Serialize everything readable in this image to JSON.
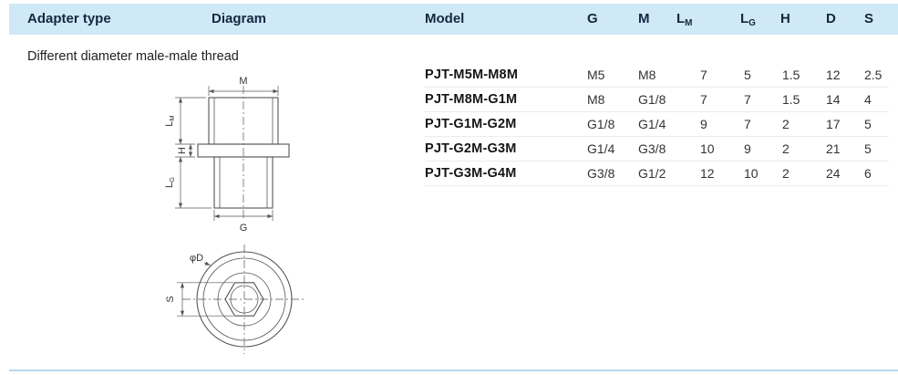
{
  "colors": {
    "header_bg": "#cfe9f7",
    "accent_line": "#b5dcef",
    "header_text": "#152740",
    "diagram_line": "#555555"
  },
  "header": {
    "adapter_type": "Adapter type",
    "diagram": "Diagram",
    "model": "Model",
    "g": "G",
    "m": "M",
    "lm_base": "L",
    "lm_sub": "M",
    "lg_base": "L",
    "lg_sub": "G",
    "h": "H",
    "d": "D",
    "s": "S"
  },
  "adapter": {
    "type_label": "Different diameter male-male thread"
  },
  "diagram_labels": {
    "m": "M",
    "lm_base": "L",
    "lm_sub": "M",
    "h": "H",
    "lg_base": "L",
    "lg_sub": "G",
    "g": "G",
    "phi_d": "φD",
    "s": "S"
  },
  "table": {
    "rows": [
      {
        "model": "PJT-M5M-M8M",
        "g": "M5",
        "m": "M8",
        "lm": "7",
        "lg": "5",
        "h": "1.5",
        "d": "12",
        "s": "2.5"
      },
      {
        "model": "PJT-M8M-G1M",
        "g": "M8",
        "m": "G1/8",
        "lm": "7",
        "lg": "7",
        "h": "1.5",
        "d": "14",
        "s": "4"
      },
      {
        "model": "PJT-G1M-G2M",
        "g": "G1/8",
        "m": "G1/4",
        "lm": "9",
        "lg": "7",
        "h": "2",
        "d": "17",
        "s": "5"
      },
      {
        "model": "PJT-G2M-G3M",
        "g": "G1/4",
        "m": "G3/8",
        "lm": "10",
        "lg": "9",
        "h": "2",
        "d": "21",
        "s": "5"
      },
      {
        "model": "PJT-G3M-G4M",
        "g": "G3/8",
        "m": "G1/2",
        "lm": "12",
        "lg": "10",
        "h": "2",
        "d": "24",
        "s": "6"
      }
    ]
  }
}
